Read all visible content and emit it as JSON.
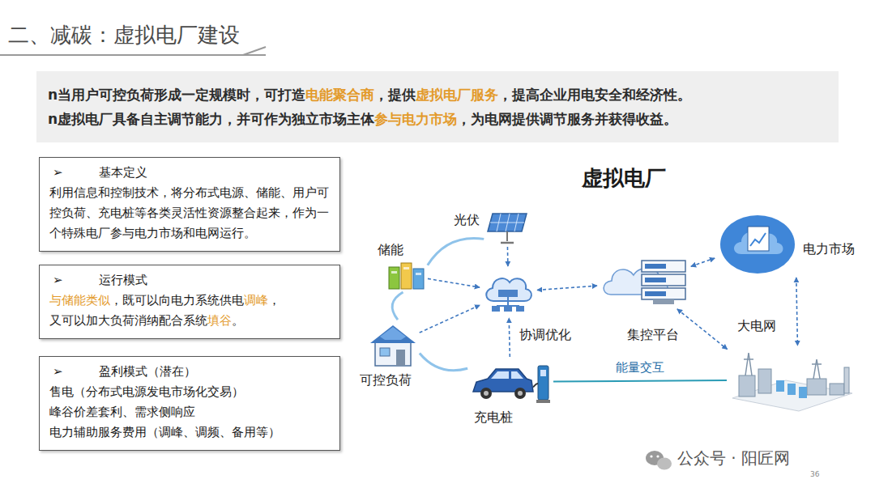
{
  "diagram": {
    "title": "二、减碳：虚拟电厂建设",
    "nodes": [
      {
        "text": [
          "n当用户可控负荷形成一定规模时，可打造",
          "电能聚合商",
          "，提供",
          "虚拟电厂服务",
          "，提高企业用电安全和经济性。",
          "n虚拟电厂具备自主调节能力，并可作为独立市场主体",
          "参与电力市场",
          "，为电网提供调节服务并获得收益。"
        ]
      },
      {
        "text": [
          "➢",
          "基本定义",
          "利用信息和控制技术，将分布式电源、储能、用户可控负荷、充电桩等各类灵活性资源整合起来，作为一个特殊电厂参与电力市场和电网运行。"
        ]
      },
      {
        "text": [
          "➢",
          "运行模式",
          "与储能类似",
          "，既可以向电力系统供电",
          "调峰",
          "，",
          "又可以加大负荷消纳配合系统",
          "填谷",
          "。"
        ]
      },
      {
        "text": [
          "➢",
          "盈利模式（潜在）",
          "售电（分布式电源发电市场化交易）",
          "峰谷价差套利、需求侧响应",
          "电力辅助服务费用（调峰、调频、备用等）"
        ]
      },
      {
        "text": [
          "光伏"
        ]
      },
      {
        "text": [
          "储能"
        ]
      },
      {
        "text": [
          "协调优化"
        ]
      },
      {
        "text": [
          "集控平台"
        ]
      },
      {
        "text": [
          "电力市场"
        ]
      },
      {
        "text": [
          "大电网"
        ]
      },
      {
        "text": [
          "可控负荷"
        ]
      },
      {
        "text": [
          "充电桩"
        ]
      }
    ],
    "edges": [
      {
        "from": 4,
        "to": 6,
        "arrow": "to"
      },
      {
        "from": 5,
        "to": 6,
        "arrow": "to"
      },
      {
        "from": 10,
        "to": 6,
        "arrow": "to"
      },
      {
        "from": 11,
        "to": 6,
        "arrow": "to"
      },
      {
        "from": 6,
        "to": 7,
        "arrow": "both"
      },
      {
        "from": 7,
        "to": 8,
        "arrow": "both"
      },
      {
        "from": 7,
        "to": 9,
        "arrow": "both"
      },
      {
        "from": 8,
        "to": 9,
        "arrow": "both"
      },
      {
        "from": 11,
        "to": 9,
        "label": "能量交互",
        "arrow": "none"
      },
      {
        "from": 5,
        "to": 4,
        "arrow": "none"
      },
      {
        "from": 5,
        "to": 10,
        "arrow": "none"
      },
      {
        "from": 10,
        "to": 11,
        "arrow": "none"
      }
    ],
    "labels": [
      "虚拟电厂",
      "公众号 · 阳匠网",
      "36"
    ]
  }
}
